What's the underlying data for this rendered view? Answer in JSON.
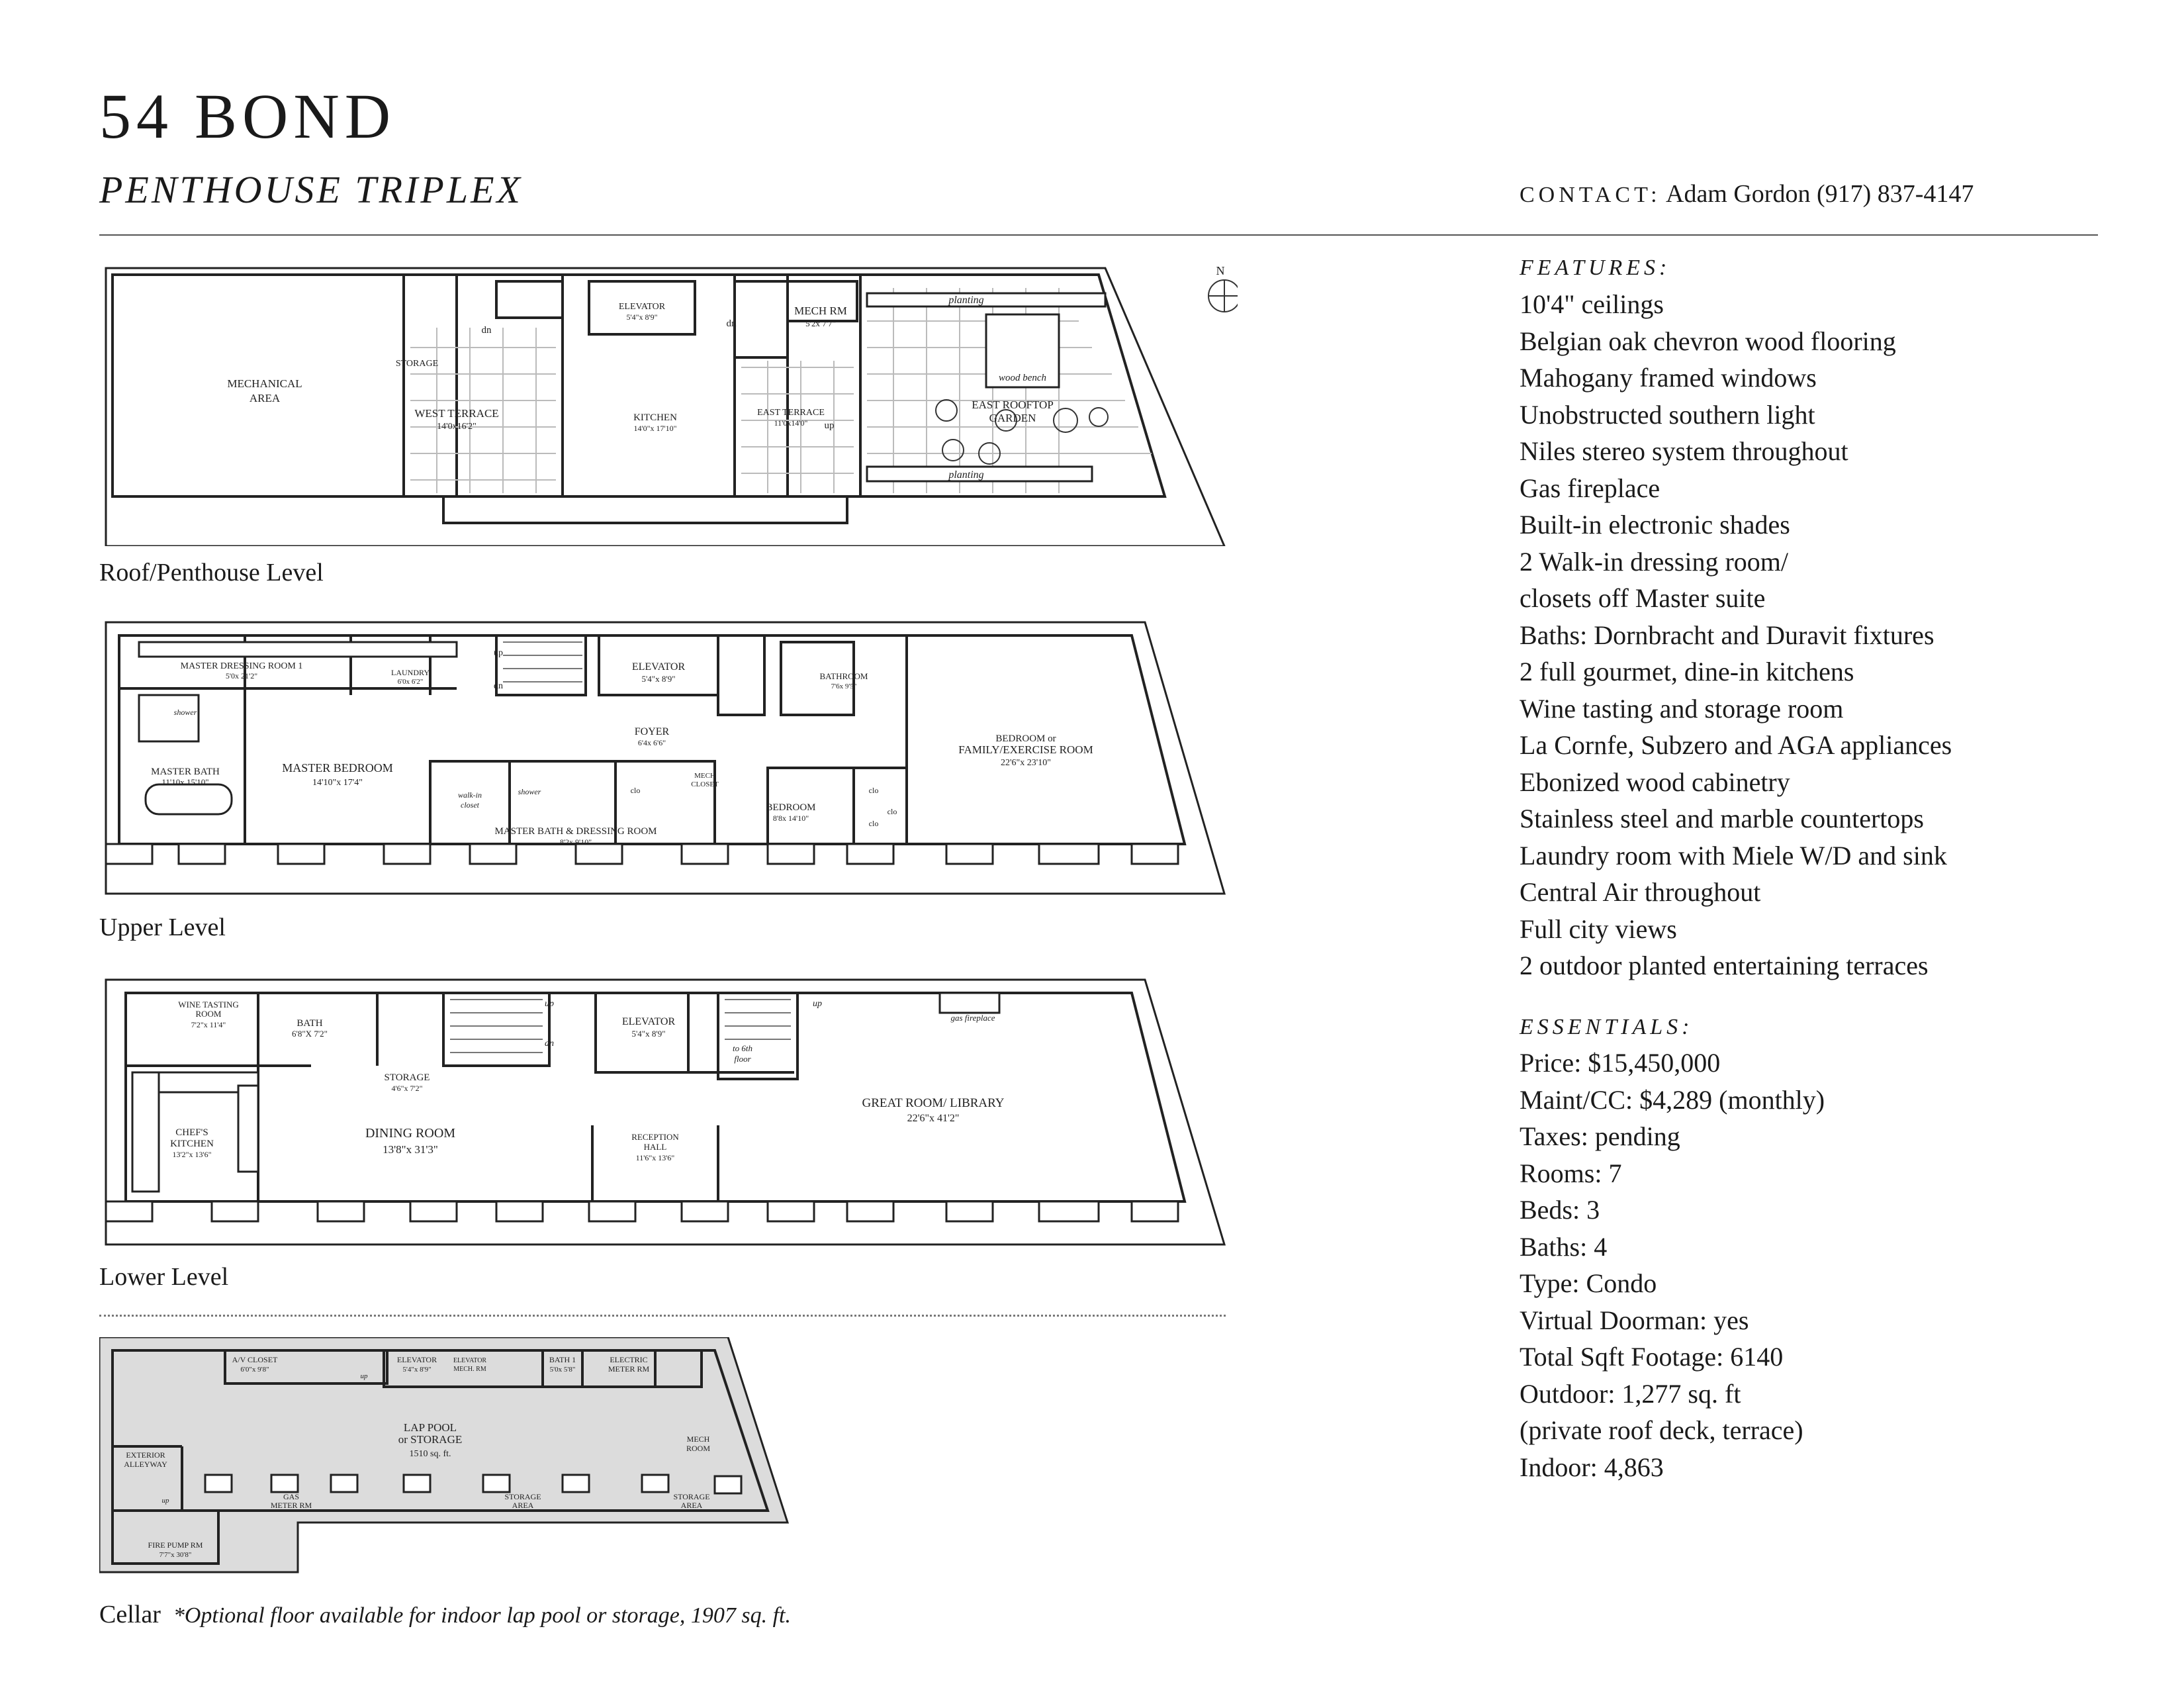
{
  "header": {
    "title": "54 BOND",
    "subtitle": "PENTHOUSE TRIPLEX",
    "contact_label": "CONTACT:",
    "contact_value": "Adam Gordon (917) 837-4147"
  },
  "floorplans": {
    "roof": {
      "caption": "Roof/Penthouse Level",
      "rooms": {
        "mechanical": "MECHANICAL",
        "mechanical2": "AREA",
        "storage": "STORAGE",
        "west_terrace": "WEST TERRACE",
        "west_terrace_dim": "14'0x16'2\"",
        "dn1": "dn",
        "elevator": "ELEVATOR",
        "elevator_dim": "5'4\"x 8'9\"",
        "kitchen": "KITCHEN",
        "kitchen_dim": "14'0\"x 17'10\"",
        "dn2": "dn",
        "mech_rm": "MECH RM",
        "mech_rm_dim": "5'2x 7'7\"",
        "east_terrace": "EAST TERRACE",
        "east_terrace_dim": "11'0x14'0\"",
        "up": "up",
        "planting_top": "planting",
        "wood_bench": "wood bench",
        "garden": "EAST ROOFTOP",
        "garden2": "GARDEN",
        "planting_bottom": "planting",
        "north": "N"
      }
    },
    "upper": {
      "caption": "Upper Level",
      "rooms": {
        "dressing": "MASTER DRESSING ROOM 1",
        "dressing_dim": "5'0x 21'2\"",
        "shower": "shower",
        "laundry": "LAUNDRY",
        "laundry_dim": "6'0x 6'2\"",
        "master_bath": "MASTER BATH",
        "master_bath_dim": "11'10x 15'10\"",
        "master_bed": "MASTER BEDROOM",
        "master_bed_dim": "14'10\"x 17'4\"",
        "up": "up",
        "dn": "dn",
        "elevator": "ELEVATOR",
        "elevator_dim": "5'4\"x 8'9\"",
        "foyer": "FOYER",
        "foyer_dim": "6'4x 6'6\"",
        "walkin": "walk-in",
        "walkin2": "closet",
        "shower2": "shower",
        "clo1": "clo",
        "mech_closet": "MECH",
        "mech_closet2": "CLOSET",
        "master_bath_dressing": "MASTER BATH & DRESSING ROOM",
        "master_bath_dressing_dim": "8'2x 9'10\"",
        "bedroom": "BEDROOM",
        "bedroom_dim": "8'8x 14'10\"",
        "bathroom": "BATHROOM",
        "bathroom_dim": "7'6x 9'5\"",
        "clo2": "clo",
        "clo3": "clo",
        "clo4": "clo",
        "bedroom_or": "BEDROOM or",
        "family": "FAMILY/EXERCISE ROOM",
        "family_dim": "22'6\"x 23'10\""
      }
    },
    "lower": {
      "caption": "Lower Level",
      "rooms": {
        "wine": "WINE TASTING",
        "wine2": "ROOM",
        "wine_dim": "7'2\"x 11'4\"",
        "bath": "BATH",
        "bath_dim": "6'8\"X 7'2\"",
        "storage": "STORAGE",
        "storage_dim": "4'6\"x 7'2\"",
        "up1": "up",
        "dn": "dn",
        "elevator": "ELEVATOR",
        "elevator_dim": "5'4\"x 8'9\"",
        "up2": "up",
        "to_6th": "to 6th",
        "to_6th2": "floor",
        "gas_fireplace": "gas fireplace",
        "chefs": "CHEF'S",
        "kitchen": "KITCHEN",
        "kitchen_dim": "13'2\"x 13'6\"",
        "dining": "DINING ROOM",
        "dining_dim": "13'8\"x 31'3\"",
        "reception": "RECEPTION",
        "reception2": "HALL",
        "reception_dim": "11'6\"x 13'6\"",
        "great": "GREAT ROOM/ LIBRARY",
        "great_dim": "22'6\"x 41'2\""
      }
    },
    "cellar": {
      "caption": "Cellar",
      "note": "*Optional floor available for indoor lap pool or storage, 1907 sq. ft.",
      "rooms": {
        "av": "A/V CLOSET",
        "av_dim": "6'0\"x 9'8\"",
        "up": "up",
        "elevator": "ELEVATOR",
        "elevator_dim": "5'4\"x 8'9\"",
        "elev_mech": "ELEVATOR",
        "elev_mech2": "MECH. RM",
        "bath": "BATH 1",
        "bath_dim": "5'0x 5'8\"",
        "electric": "ELECTRIC",
        "electric2": "METER RM",
        "pool": "LAP POOL",
        "pool2": "or STORAGE",
        "pool_dim": "1510 sq. ft.",
        "mech": "MECH",
        "mech2": "ROOM",
        "alley": "EXTERIOR",
        "alley2": "ALLEYWAY",
        "gas": "GAS",
        "gas2": "METER RM",
        "storage1": "STORAGE",
        "storage1b": "AREA",
        "storage2": "STORAGE",
        "storage2b": "AREA",
        "up2": "up",
        "fire": "FIRE PUMP RM",
        "fire_dim": "7'7\"x 30'8\""
      }
    }
  },
  "features": {
    "heading": "FEATURES:",
    "items": [
      "10'4\" ceilings",
      "Belgian oak chevron wood flooring",
      "Mahogany framed windows",
      "Unobstructed southern light",
      "Niles stereo system throughout",
      "Gas fireplace",
      "Built-in electronic shades",
      "2 Walk-in dressing room/",
      "closets off Master suite",
      "Baths: Dornbracht and Duravit fixtures",
      "2 full gourmet, dine-in kitchens",
      "Wine tasting and storage room",
      "La Cornfe, Subzero and AGA appliances",
      "Ebonized wood cabinetry",
      "Stainless steel and marble countertops",
      "Laundry room with Miele W/D and sink",
      "Central Air throughout",
      "Full city views",
      "2 outdoor planted entertaining terraces"
    ]
  },
  "essentials": {
    "heading": "ESSENTIALS:",
    "items": [
      "Price: $15,450,000",
      "Maint/CC: $4,289 (monthly)",
      "Taxes: pending",
      "Rooms: 7",
      "Beds: 3",
      "Baths: 4",
      "Type: Condo",
      "Virtual Doorman: yes",
      "Total Sqft Footage: 6140",
      "Outdoor: 1,277 sq. ft",
      "(private roof deck, terrace)",
      "Indoor: 4,863"
    ]
  }
}
